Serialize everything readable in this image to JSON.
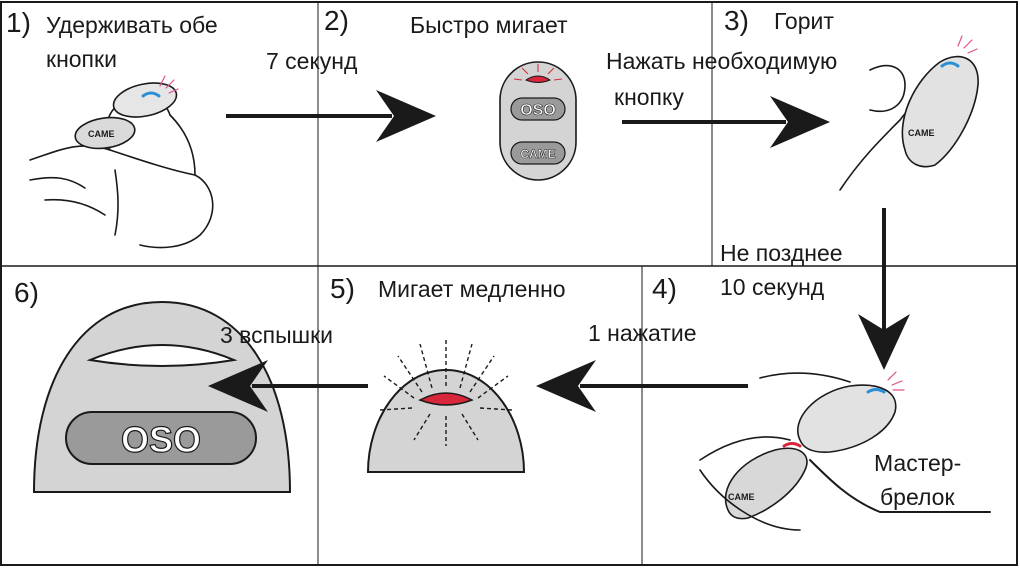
{
  "steps": [
    {
      "number": "1)",
      "caption_line1": "Удерживать обе",
      "caption_line2": "кнопки"
    },
    {
      "number": "2)",
      "caption": "Быстро мигает"
    },
    {
      "number": "3)",
      "caption": "Горит"
    },
    {
      "number": "4)"
    },
    {
      "number": "5)",
      "caption": "Мигает медленно"
    },
    {
      "number": "6)"
    }
  ],
  "arrows": {
    "a1": "7 секунд",
    "a2_line1": "Нажать необходимую",
    "a2_line2": "кнопку",
    "a3_line1": "Не позднее",
    "a3_line2": "10 секунд",
    "a4": "1 нажатие",
    "a5": "3 вспышки"
  },
  "callout": {
    "line1": "Мастер-",
    "line2": "брелок"
  },
  "remote": {
    "brand": "CAME",
    "logo": "OSO"
  },
  "colors": {
    "line": "#1a1a1a",
    "remote_fill": "#d4d4d4",
    "led_red": "#d8263a",
    "led_blue": "#2b8fd6",
    "led_pink": "#e0508c"
  }
}
